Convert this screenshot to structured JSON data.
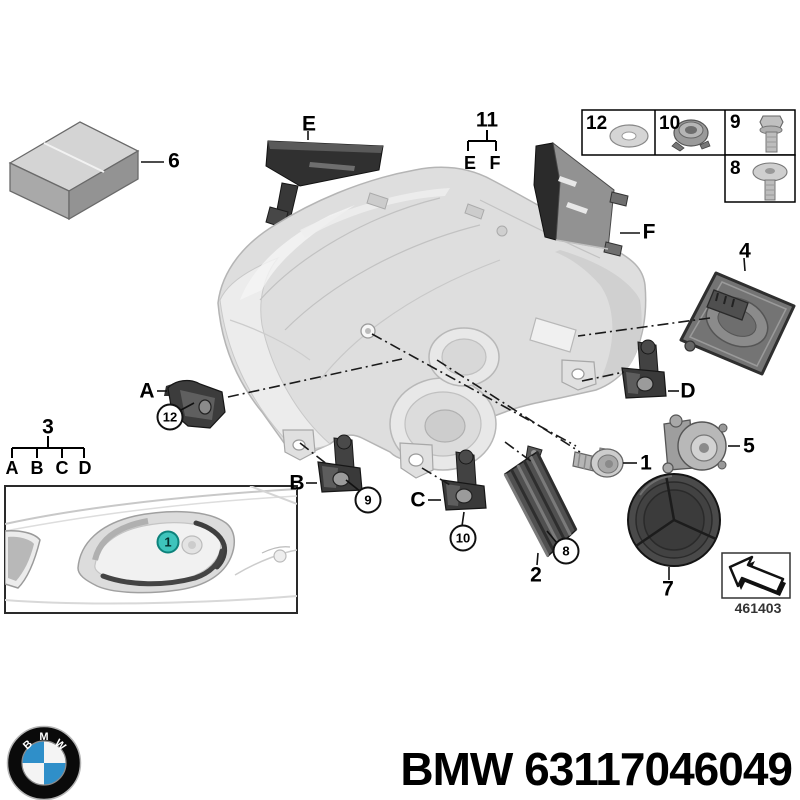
{
  "colors": {
    "marker_teal": "#3ec4bc",
    "bmw_blue": "#2f8fc9"
  },
  "footer": {
    "part_label": "BMW 63117046049"
  },
  "logo": {
    "letters": [
      "B",
      "M",
      "W"
    ]
  },
  "legend3": {
    "title": "3",
    "items": [
      "A",
      "B",
      "C",
      "D"
    ]
  },
  "legend11": {
    "title": "11",
    "items": [
      "E",
      "F"
    ]
  },
  "hardware_box": {
    "washer": "12",
    "nut": "10",
    "bolt": "9",
    "screw": "8"
  },
  "callouts": {
    "kit_box": "6",
    "cover_top": "E",
    "panel_side": "F",
    "led_module": "4",
    "adjuster_motor": "5",
    "bulb": "1",
    "bracket_a": "A",
    "bracket_b": "B",
    "bracket_c": "C",
    "bracket_d": "D",
    "driver_unit": "2",
    "cap": "7"
  },
  "circled_markers": {
    "m12": "12",
    "m9": "9",
    "m10": "10",
    "m8": "8"
  },
  "inset": {
    "headlight_marker": "1"
  },
  "ref_box": {
    "code": "461403"
  }
}
